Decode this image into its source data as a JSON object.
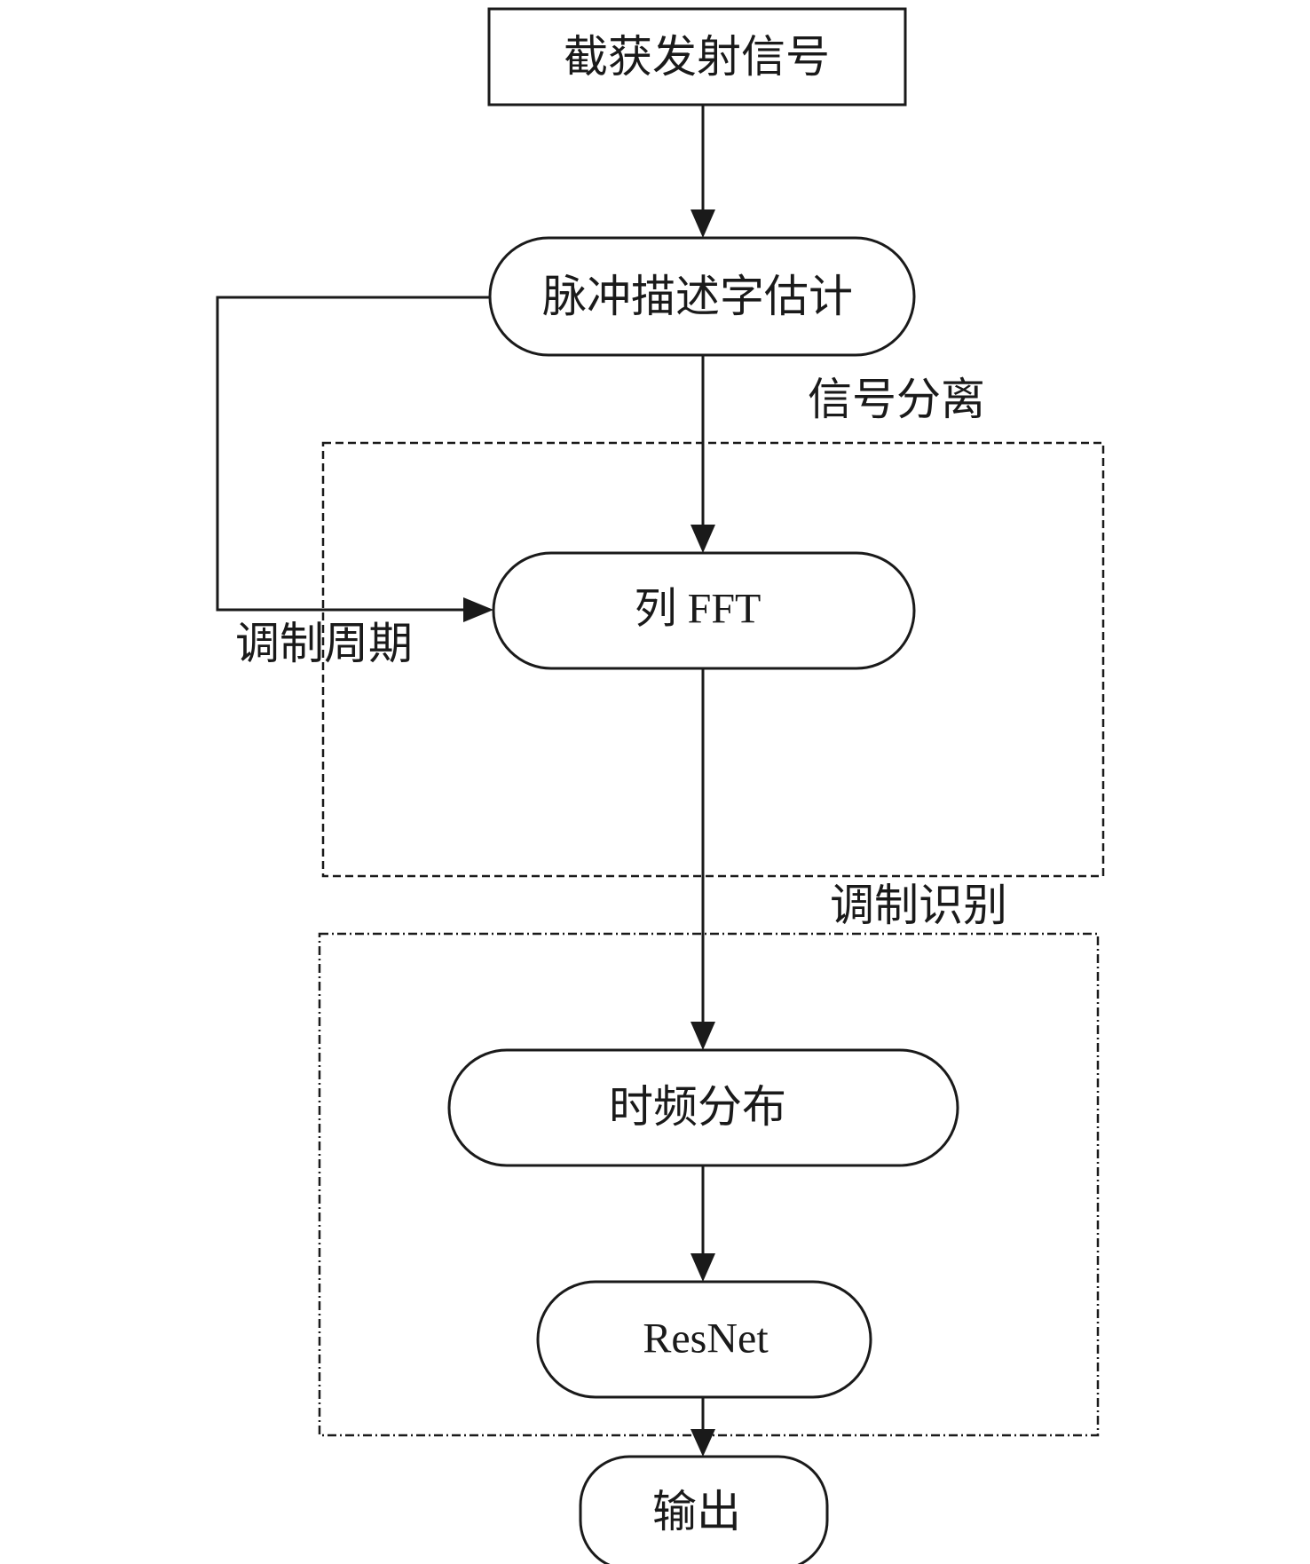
{
  "diagram": {
    "type": "flowchart",
    "nodes": [
      {
        "id": "intercept",
        "label": "截获发射信号",
        "shape": "rectangle"
      },
      {
        "id": "pdw",
        "label": "脉冲描述字估计",
        "shape": "terminal"
      },
      {
        "id": "fft",
        "label": "列 FFT",
        "shape": "terminal"
      },
      {
        "id": "tfd",
        "label": "时频分布",
        "shape": "terminal"
      },
      {
        "id": "resnet",
        "label": "ResNet",
        "shape": "terminal"
      },
      {
        "id": "output",
        "label": "输出",
        "shape": "terminal"
      }
    ],
    "groups": [
      {
        "id": "separation",
        "label": "信号分离",
        "style": "dashed",
        "contains": [
          "fft"
        ]
      },
      {
        "id": "recognition",
        "label": "调制识别",
        "style": "dash-dot",
        "contains": [
          "tfd",
          "resnet"
        ]
      }
    ],
    "edges": [
      {
        "from": "intercept",
        "to": "pdw",
        "label": ""
      },
      {
        "from": "pdw",
        "to": "fft",
        "label": ""
      },
      {
        "from": "pdw",
        "to": "fft",
        "label": "调制周期",
        "route": "left-loop"
      },
      {
        "from": "fft",
        "to": "tfd",
        "label": ""
      },
      {
        "from": "tfd",
        "to": "resnet",
        "label": ""
      },
      {
        "from": "resnet",
        "to": "output",
        "label": ""
      }
    ],
    "colors": {
      "stroke": "#1a1a1a",
      "background": "#ffffff"
    }
  }
}
